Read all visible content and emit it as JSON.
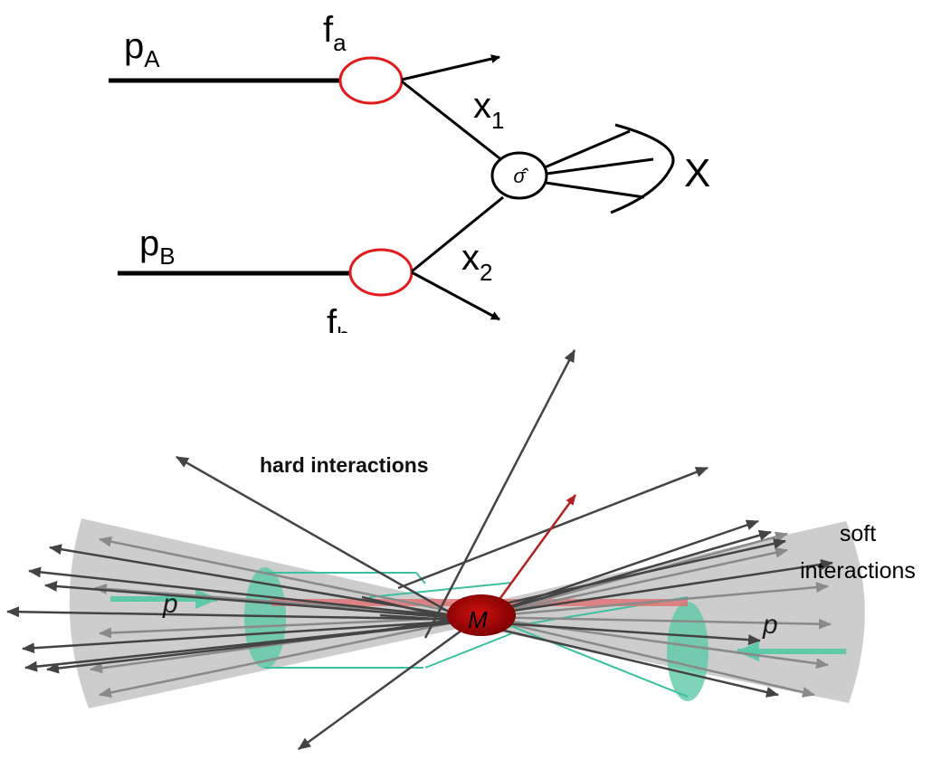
{
  "feynman": {
    "incoming_a": {
      "main": "p",
      "sub": "A"
    },
    "incoming_b": {
      "main": "p",
      "sub": "B"
    },
    "pdf_a": {
      "main": "f",
      "sub": "a"
    },
    "pdf_b": {
      "main": "f",
      "sub": "b"
    },
    "parton_1": {
      "main": "x",
      "sub": "1"
    },
    "parton_2": {
      "main": "x",
      "sub": "2"
    },
    "hard_process": "σ̂",
    "final_state": "X"
  },
  "collision": {
    "hard_label": "hard interactions",
    "soft_label_line1": "soft",
    "soft_label_line2": "interactions",
    "proton_left": "p",
    "proton_right": "p",
    "mass_label": "M"
  },
  "colors": {
    "pdf_circle": "#e31a1c",
    "proton_disc": "#5ec9a8",
    "cone": "#c8c8c8",
    "tracks": "#444444",
    "hard_track": "#b22222",
    "beam_line": "#e07070"
  }
}
